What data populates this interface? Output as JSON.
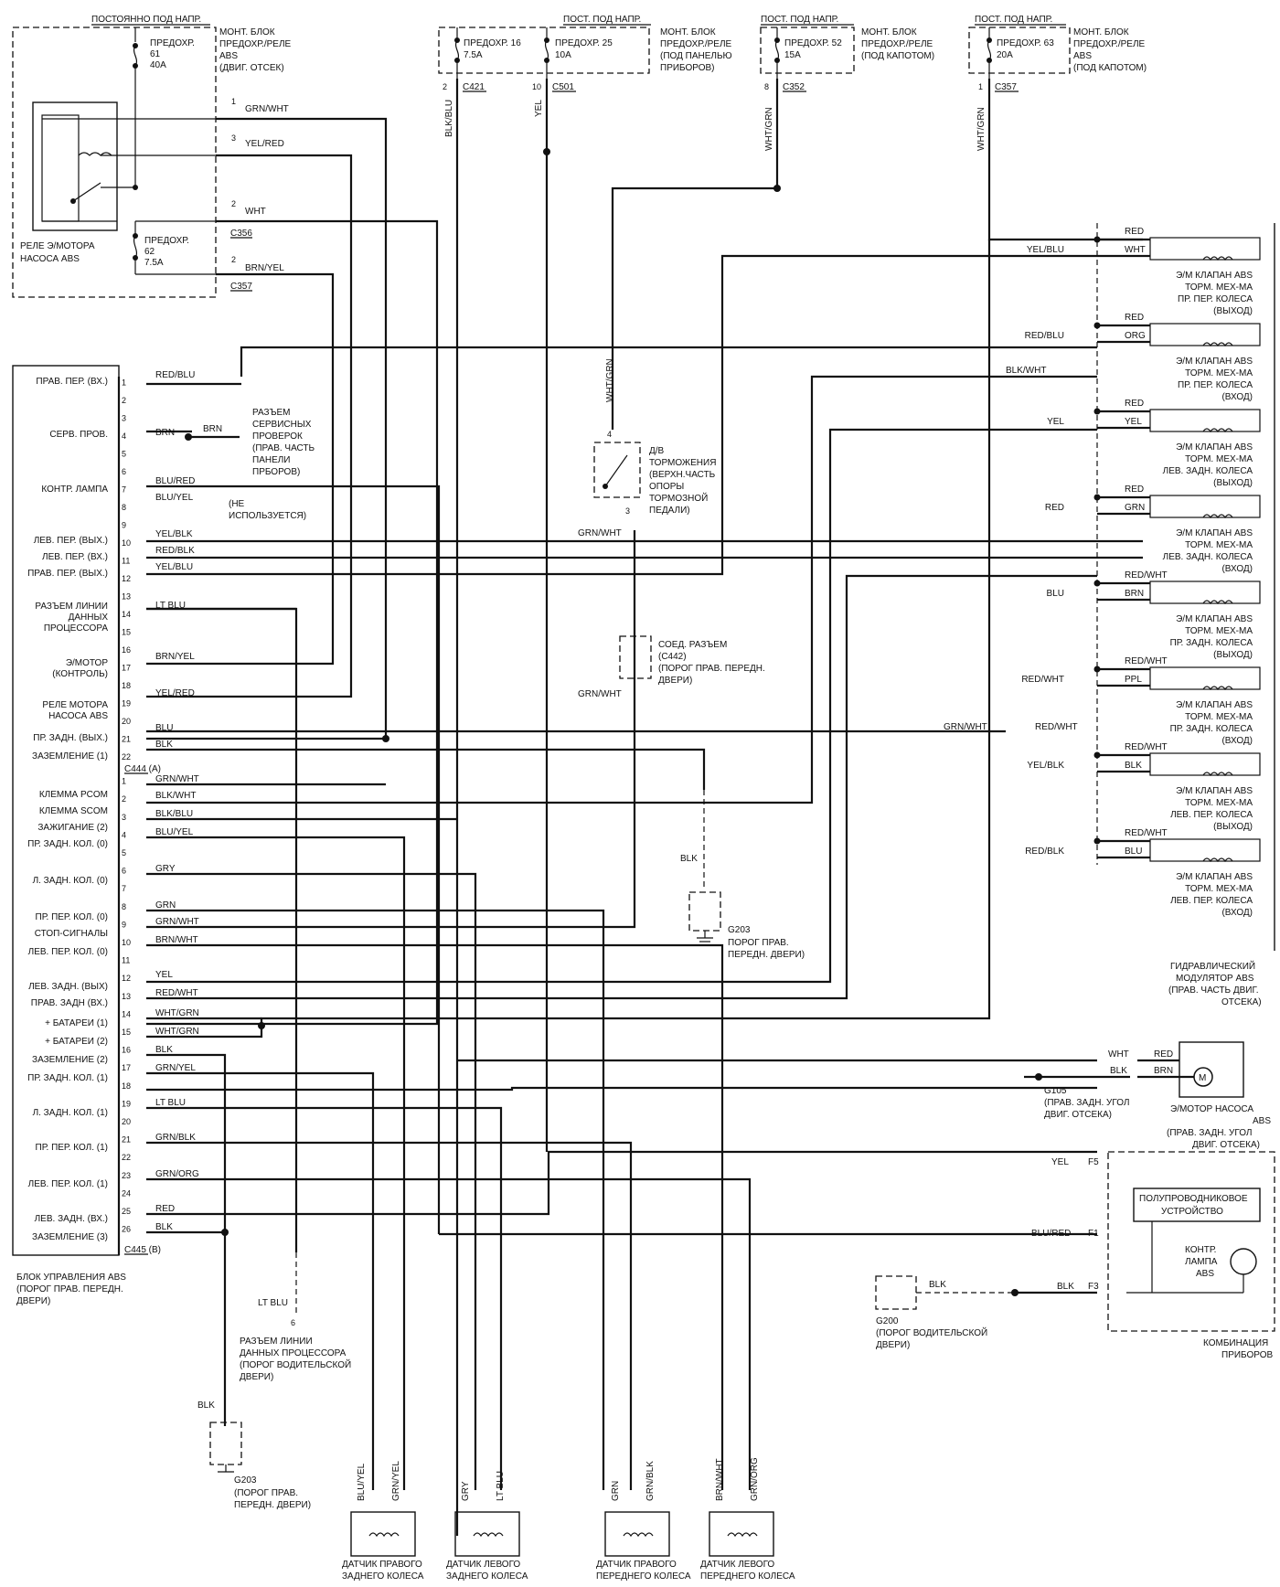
{
  "top_fuses": [
    {
      "hdr": "ПОСТОЯННО ПОД НАПР.",
      "name": "ПРЕДОХР.",
      "num": "61",
      "amp": "40A",
      "block": [
        "МОНТ. БЛОК",
        "ПРЕДОХР./РЕЛЕ",
        "ABS",
        "(ДВИГ. ОТСЕК)"
      ]
    },
    {
      "hdr": "ПОСТ. ПОД НАПР.",
      "name": "ПРЕДОХР. 16",
      "amp": "7.5A",
      "name2": "ПРЕДОХР. 25",
      "amp2": "10A",
      "block": [
        "МОНТ. БЛОК",
        "ПРЕДОХР./РЕЛЕ",
        "(ПОД ПАНЕЛЬЮ",
        "ПРИБОРОВ)"
      ]
    },
    {
      "hdr": "ПОСТ. ПОД НАПР.",
      "name": "ПРЕДОХР. 52",
      "amp": "15A",
      "block": [
        "МОНТ. БЛОК",
        "ПРЕДОХР./РЕЛЕ",
        "(ПОД КАПОТОМ)"
      ]
    },
    {
      "hdr": "ПОСТ. ПОД НАПР.",
      "name": "ПРЕДОХР. 63",
      "amp": "20A",
      "block": [
        "МОНТ. БЛОК",
        "ПРЕДОХР./РЕЛЕ",
        "ABS",
        "(ПОД КАПОТОМ)"
      ]
    }
  ],
  "connectors_top": [
    "C421",
    "C501",
    "C352",
    "C357"
  ],
  "relay_box": {
    "fuse62": "ПРЕДОХР.",
    "fuse62_num": "62",
    "fuse62_amp": "7.5A",
    "relay": "РЕЛЕ Э/МОТОРА",
    "relay2": "НАСОСА ABS",
    "c356": "C356",
    "c357": "C357",
    "wires": [
      {
        "pin": "1",
        "color": "GRN/WHT"
      },
      {
        "pin": "3",
        "color": "YEL/RED"
      },
      {
        "pin": "2",
        "color": "WHT"
      },
      {
        "pin": "2",
        "color": "BRN/YEL"
      }
    ]
  },
  "ecu_a_labels": [
    "ПРАВ. ПЕР. (ВХ.)",
    "СЕРВ. ПРОВ.",
    "КОНТР. ЛАМПА",
    "ЛЕВ. ПЕР. (ВЫХ.)",
    "ЛЕВ. ПЕР. (ВХ.)",
    "ПРАВ. ПЕР. (ВЫХ.)",
    "РАЗЪЕМ ЛИНИИ",
    "ДАННЫХ",
    "ПРОЦЕССОРА",
    "Э/МОТОР",
    "(КОНТРОЛЬ)",
    "РЕЛЕ МОТОРА",
    "НАСОСА ABS",
    "ПР. ЗАДН. (ВЫХ.)",
    "ЗАЗЕМЛЕНИЕ (1)"
  ],
  "ecu_b_labels": [
    "КЛЕММА PCOM",
    "КЛЕММА SCOM",
    "ЗАЖИГАНИЕ (2)",
    "ПР. ЗАДН. КОЛ. (0)",
    "Л. ЗАДН. КОЛ. (0)",
    "ПР. ПЕР. КОЛ. (0)",
    "СТОП-СИГНАЛЫ",
    "ЛЕВ. ПЕР. КОЛ. (0)",
    "ЛЕВ. ЗАДН. (ВЫХ)",
    "ПРАВ. ЗАДН (ВХ.)",
    "+ БАТАРЕИ (1)",
    "+ БАТАРЕИ (2)",
    "ЗАЗЕМЛЕНИЕ (2)",
    "ПР. ЗАДН. КОЛ. (1)",
    "Л. ЗАДН. КОЛ. (1)",
    "ПР. ПЕР. КОЛ. (1)",
    "ЛЕВ. ПЕР. КОЛ. (1)",
    "ЛЕВ. ЗАДН. (ВХ.)",
    "ЗАЗЕМЛЕНИЕ (3)"
  ],
  "ecu_a_wires": [
    "RED/BLU",
    "BRN",
    "BLU/RED",
    "BLU/YEL",
    "YEL/BLK",
    "RED/BLK",
    "YEL/BLU",
    "LT BLU",
    "BRN/YEL",
    "YEL/RED",
    "BLU",
    "BLK"
  ],
  "ecu_b_wires": [
    "GRN/WHT",
    "BLK/WHT",
    "BLK/BLU",
    "BLU/YEL",
    "GRY",
    "GRN",
    "GRN/WHT",
    "BRN/WHT",
    "YEL",
    "RED/WHT",
    "WHT/GRN",
    "WHT/GRN",
    "BLK",
    "GRN/YEL",
    "LT BLU",
    "GRN/BLK",
    "GRN/ORG",
    "RED",
    "BLK"
  ],
  "ecu_conn_a": "C444 (A)",
  "ecu_conn_b": "C445 (B)",
  "ecu_title": [
    "БЛОК УПРАВЛЕНИЯ ABS",
    "(ПОРОГ ПРАВ. ПЕРЕДН.",
    "ДВЕРИ)"
  ],
  "service": [
    "РАЗЪЕМ",
    "СЕРВИСНЫХ",
    "ПРОВЕРОК",
    "(ПРАВ. ЧАСТЬ",
    "ПАНЕЛИ",
    "ПРБОРОВ)"
  ],
  "unused": [
    "(НЕ",
    "ИСПОЛЬЗУЕТСЯ)"
  ],
  "brake_switch": [
    "Д/В",
    "ТОРМОЖЕНИЯ",
    "(ВЕРХН.ЧАСТЬ",
    "ОПОРЫ",
    "ТОРМОЗНОЙ",
    "ПЕДАЛИ)"
  ],
  "c442": [
    "СОЕД. РАЗЪЕМ",
    "(C442)",
    "(ПОРОГ ПРАВ. ПЕРЕДН.",
    "ДВЕРИ)"
  ],
  "g203a": [
    "G203",
    "ПОРОГ ПРАВ.",
    "ПЕРЕДН. ДВЕРИ)"
  ],
  "g203b": [
    "G203",
    "(ПОРОГ ПРАВ.",
    "ПЕРЕДН. ДВЕРИ)"
  ],
  "g105": [
    "G105",
    "(ПРАВ. ЗАДН. УГОЛ",
    "ДВИГ. ОТСЕКА)"
  ],
  "g200": [
    "G200",
    "(ПОРОГ ВОДИТЕЛЬСКОЙ",
    "ДВЕРИ)"
  ],
  "valves": [
    {
      "l": [
        "Э/М КЛАПАН ABS",
        "ТОРМ. МЕХ-МА",
        "ПР. ПЕР. КОЛЕСА",
        "(ВЫХОД)"
      ],
      "wires": [
        "RED",
        "WHT",
        "YEL/BLU"
      ]
    },
    {
      "l": [
        "Э/М КЛАПАН ABS",
        "ТОРМ. МЕХ-МА",
        "ПР. ПЕР. КОЛЕСА",
        "(ВХОД)"
      ],
      "wires": [
        "RED",
        "ORG",
        "RED/BLU"
      ]
    },
    {
      "l": [
        "Э/М КЛАПАН ABS",
        "ТОРМ. МЕХ-МА",
        "ЛЕВ. ЗАДН. КОЛЕСА",
        "(ВЫХОД)"
      ],
      "wires": [
        "RED",
        "YEL",
        "YEL"
      ]
    },
    {
      "l": [
        "Э/М КЛАПАН ABS",
        "ТОРМ. МЕХ-МА",
        "ЛЕВ. ЗАДН. КОЛЕСА",
        "(ВХОД)"
      ],
      "wires": [
        "RED",
        "GRN",
        "RED"
      ]
    },
    {
      "l": [
        "Э/М КЛАПАН ABS",
        "ТОРМ. МЕХ-МА",
        "ПР. ЗАДН. КОЛЕСА",
        "(ВЫХОД)"
      ],
      "wires": [
        "RED/WHT",
        "BRN",
        "BLU"
      ]
    },
    {
      "l": [
        "Э/М КЛАПАН ABS",
        "ТОРМ. МЕХ-МА",
        "ПР. ЗАДН. КОЛЕСА",
        "(ВХОД)"
      ],
      "wires": [
        "RED/WHT",
        "PPL",
        "RED/WHT"
      ]
    },
    {
      "l": [
        "Э/М КЛАПАН ABS",
        "ТОРМ. МЕХ-МА",
        "ЛЕВ. ПЕР. КОЛЕСА",
        "(ВЫХОД)"
      ],
      "wires": [
        "RED/WHT",
        "BLK",
        "YEL/BLK"
      ]
    },
    {
      "l": [
        "Э/М КЛАПАН ABS",
        "ТОРМ. МЕХ-МА",
        "ЛЕВ. ПЕР. КОЛЕСА",
        "(ВХОД)"
      ],
      "wires": [
        "RED/WHT",
        "BLU",
        "RED/BLK"
      ]
    }
  ],
  "blk_wht": "BLK/WHT",
  "grn_wht_red_wht": [
    "GRN/WHT",
    "RED/WHT"
  ],
  "modulator": [
    "ГИДРАВЛИЧЕСКИЙ",
    "МОДУЛЯТОР ABS",
    "(ПРАВ. ЧАСТЬ ДВИГ.",
    "ОТСЕКА)"
  ],
  "pump": [
    "Э/МОТОР НАСОСА",
    "ABS",
    "(ПРАВ. ЗАДН. УГОЛ",
    "ДВИГ. ОТСЕКА)"
  ],
  "pump_wires": [
    "WHT",
    "RED",
    "BLK",
    "BRN"
  ],
  "cluster": {
    "semi": [
      "ПОЛУПРОВОДНИКОВОЕ",
      "УСТРОЙСТВО"
    ],
    "lamp": [
      "КОНТР.",
      "ЛАМПА",
      "ABS"
    ],
    "title": [
      "КОМБИНАЦИЯ",
      "ПРИБОРОВ"
    ],
    "wires": [
      "YEL",
      "F5",
      "BLU/RED",
      "F1",
      "BLK",
      "F3"
    ]
  },
  "data_link": [
    "РАЗЪЕМ ЛИНИИ",
    "ДАННЫХ ПРОЦЕССОРА",
    "(ПОРОГ ВОДИТЕЛЬСКОЙ",
    "ДВЕРИ)"
  ],
  "sensors": [
    {
      "l": [
        "ДАТЧИК ПРАВОГО",
        "ЗАДНЕГО КОЛЕСА"
      ],
      "w": [
        "BLU/YEL",
        "GRN/YEL"
      ]
    },
    {
      "l": [
        "ДАТЧИК ЛЕВОГО",
        "ЗАДНЕГО КОЛЕСА"
      ],
      "w": [
        "GRY",
        "LT BLU"
      ]
    },
    {
      "l": [
        "ДАТЧИК ПРАВОГО",
        "ПЕРЕДНЕГО КОЛЕСА"
      ],
      "w": [
        "GRN",
        "GRN/BLK"
      ]
    },
    {
      "l": [
        "ДАТЧИК ЛЕВОГО",
        "ПЕРЕДНЕГО КОЛЕСА"
      ],
      "w": [
        "BRN/WHT",
        "GRN/ORG"
      ]
    }
  ],
  "misc": {
    "blk": "BLK",
    "lt_blu": "LT BLU",
    "grn_wht": "GRN/WHT",
    "wht_grn": "WHT/GRN",
    "blk_blu": "BLK/BLU",
    "yel": "YEL"
  }
}
